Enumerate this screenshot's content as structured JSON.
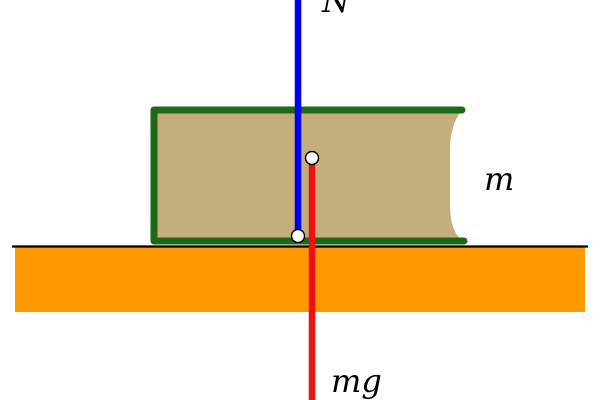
{
  "labels": {
    "normal_force": "N",
    "mass": "m",
    "weight": "mg"
  },
  "colors": {
    "table": "#FF9900",
    "book_fill": "#C4AE7C",
    "book_outline": "#1E6A14",
    "normal_vector": "#0000EE",
    "weight_vector": "#EE1111",
    "ground_line": "#000000",
    "point_fill": "#FFFFFF",
    "point_stroke": "#000000"
  }
}
